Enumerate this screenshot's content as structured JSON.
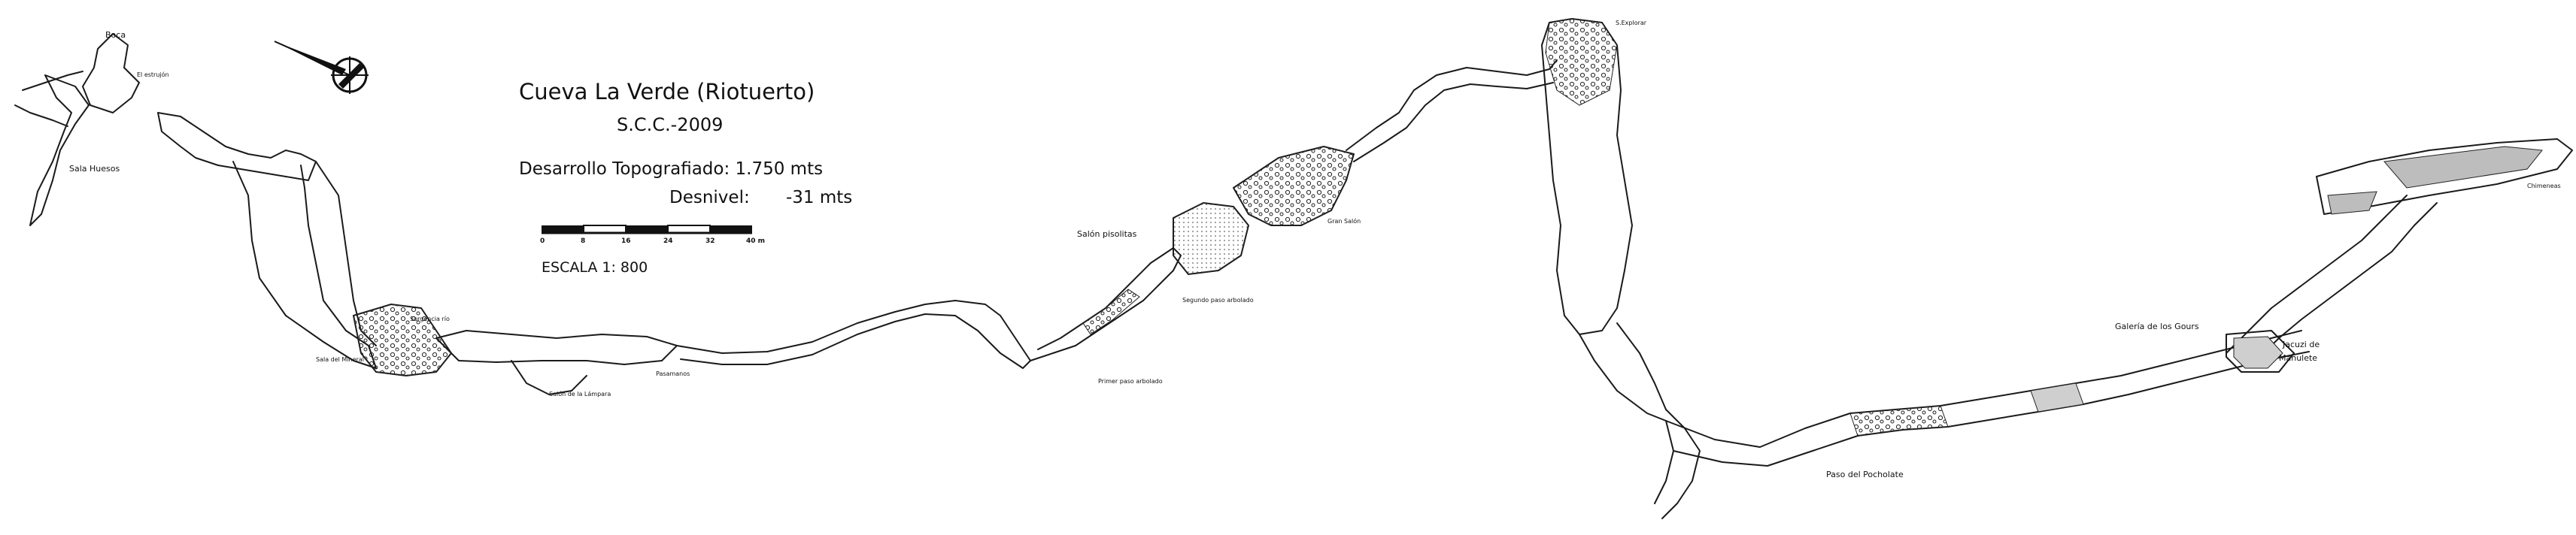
{
  "map": {
    "title": "Cueva La Verde (Riotuerto)",
    "club": "S.C.C.-2009",
    "survey_length": "Desarrollo Topografiado: 1.750 mts",
    "depth_label": "Desnivel:",
    "depth_value": "-31 mts",
    "scale_text": "ESCALA 1: 800",
    "scale_ticks": [
      "0",
      "8",
      "16",
      "24",
      "32",
      "40 m"
    ]
  },
  "places": {
    "boca": "Boca",
    "estrujon": "El estrujón",
    "sala_huesos": "Sala Huesos",
    "surgencia": "Surgencia río",
    "sala_mineral": "Sala del Mineral",
    "salon_lampara": "Salón de la Lámpara",
    "pasamanos": "Pasamanos",
    "primer_paso": "Primer paso arbolado",
    "segundo_paso": "Segundo paso arbolado",
    "salon_pisolitas": "Salón pisolitas",
    "gran_salon": "Gran Salón",
    "s_explorar": "S.Explorar",
    "paso_pocholate": "Paso del Pocholate",
    "galeria_gours": "Galería de los Gours",
    "jacuzzi_line1": "Jacuzi de",
    "jacuzzi_line2": "Manulete",
    "chimeneas": "Chimeneas"
  },
  "symbols": {
    "north": "north-arrow-compass-icon"
  }
}
